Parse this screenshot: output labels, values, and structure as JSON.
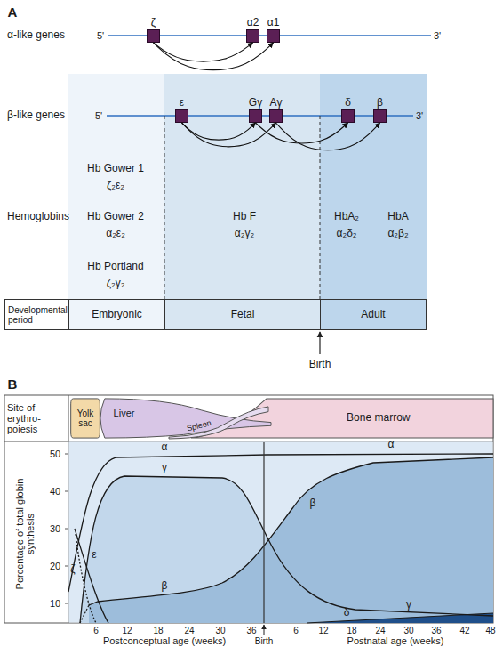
{
  "diagram": {
    "nodes": [
      {
        "text": [
          "ζ"
        ]
      },
      {
        "text": [
          "α2"
        ]
      },
      {
        "text": [
          "α1"
        ]
      },
      {
        "text": [
          "ε"
        ]
      },
      {
        "text": [
          "Gγ"
        ]
      },
      {
        "text": [
          "Aγ"
        ]
      },
      {
        "text": [
          "δ"
        ]
      },
      {
        "text": [
          "β"
        ]
      },
      {
        "text": [
          "Developmental period"
        ]
      },
      {
        "text": [
          "Embryonic"
        ]
      },
      {
        "text": [
          "Fetal"
        ]
      },
      {
        "text": [
          "Adult"
        ]
      },
      {
        "text": [
          "Yolk sac"
        ]
      },
      {
        "text": [
          "Liver"
        ]
      },
      {
        "text": [
          "Spleen"
        ]
      },
      {
        "text": [
          "Bone marrow"
        ]
      }
    ],
    "edges": [
      {
        "from": 0,
        "to": 1,
        "arrow": "to"
      },
      {
        "from": 0,
        "to": 2,
        "arrow": "to"
      },
      {
        "from": 3,
        "to": 4,
        "arrow": "to"
      },
      {
        "from": 3,
        "to": 5,
        "arrow": "to"
      },
      {
        "from": 4,
        "to": 6,
        "arrow": "to"
      },
      {
        "from": 5,
        "to": 7,
        "arrow": "to"
      }
    ],
    "labels": [
      "A",
      "α-like genes",
      "5'",
      "3'",
      "β-like genes",
      "5'",
      "3'",
      "Hb Gower 1",
      "ζ₂ε₂",
      "Hemoglobins",
      "Hb Gower 2",
      "α₂ε₂",
      "Hb F",
      "α₂γ₂",
      "HbA₂",
      "α₂δ₂",
      "HbA",
      "α₂β₂",
      "Hb Portland",
      "ζ₂γ₂",
      "Birth",
      "B",
      "Site of erythro- poiesis",
      "Percentage of total globin synthesis",
      "50",
      "40",
      "30",
      "20",
      "10",
      "α",
      "γ",
      "ε",
      "ζ",
      "β",
      "α",
      "β",
      "γ",
      "δ",
      "6",
      "12",
      "18",
      "24",
      "30",
      "36",
      "Birth",
      "6",
      "12",
      "18",
      "24",
      "30",
      "36",
      "42",
      "48",
      "Postconceptual age (weeks)",
      "Postnatal age (weeks)"
    ]
  }
}
